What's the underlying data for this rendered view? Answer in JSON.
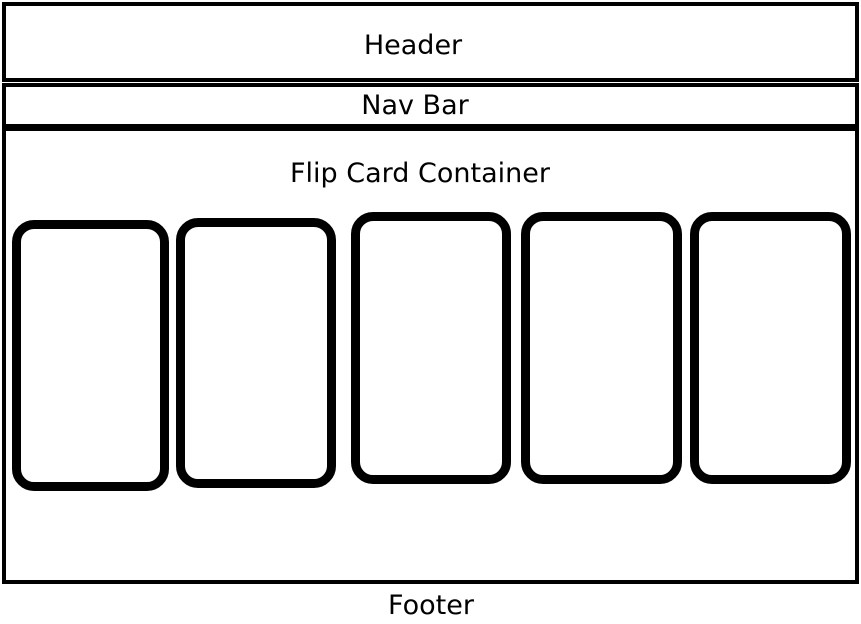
{
  "header": {
    "label": "Header"
  },
  "nav_bar": {
    "label": "Nav Bar"
  },
  "flip_card_container": {
    "label": "Flip Card Container",
    "cards": [
      "",
      "",
      "",
      "",
      ""
    ]
  },
  "footer": {
    "label": "Footer"
  },
  "colors": {
    "stroke": "#000000",
    "background": "#ffffff"
  }
}
